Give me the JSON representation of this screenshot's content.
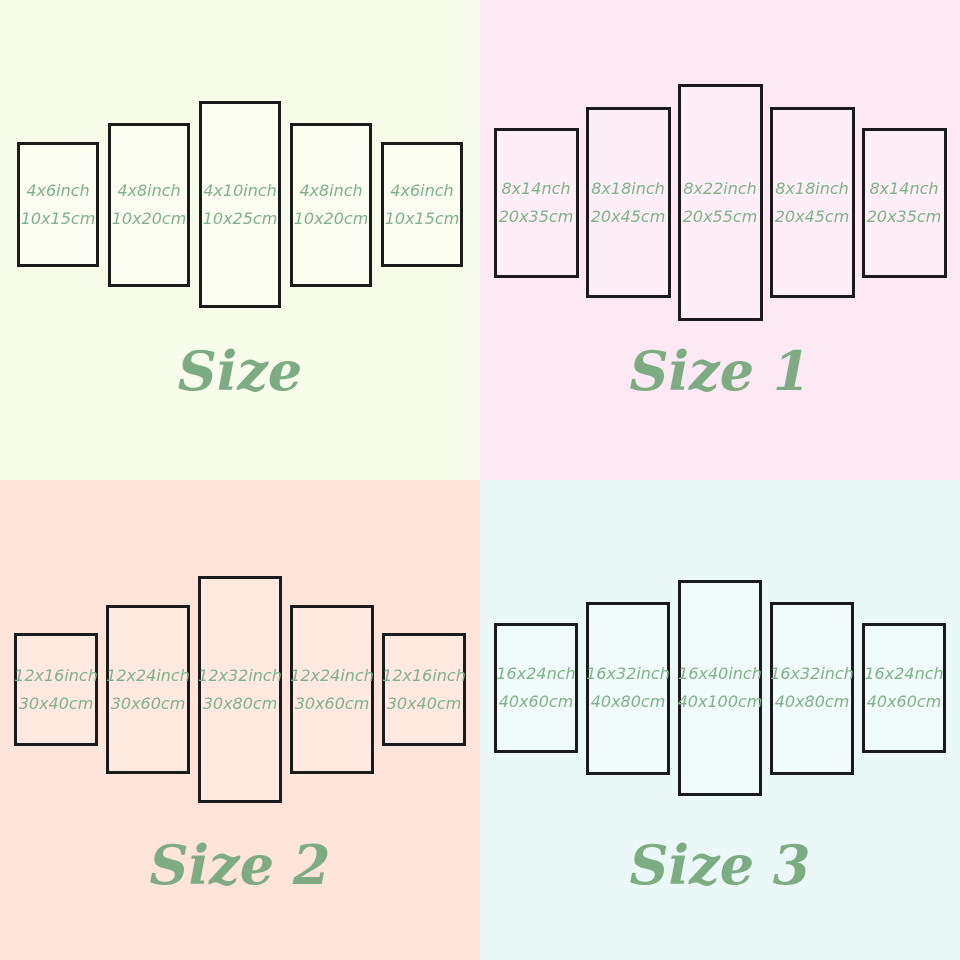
{
  "colors": {
    "panel_border": "#1b1b1b",
    "label_green": "#7fb288",
    "title_green": "#7dac83"
  },
  "quadrants": [
    {
      "title": "Size",
      "bg": "#f7fdea",
      "panel_fill": "#fafdf0",
      "panels": [
        {
          "inch": "4x6inch",
          "cm": "10x15cm"
        },
        {
          "inch": "4x8inch",
          "cm": "10x20cm"
        },
        {
          "inch": "4x10inch",
          "cm": "10x25cm"
        },
        {
          "inch": "4x8inch",
          "cm": "10x20cm"
        },
        {
          "inch": "4x6inch",
          "cm": "10x15cm"
        }
      ]
    },
    {
      "title": "Size 1",
      "bg": "#fce9f4",
      "panel_fill": "#fdeef7",
      "panels": [
        {
          "inch": "8x14nch",
          "cm": "20x35cm"
        },
        {
          "inch": "8x18inch",
          "cm": "20x45cm"
        },
        {
          "inch": "8x22inch",
          "cm": "20x55cm"
        },
        {
          "inch": "8x18inch",
          "cm": "20x45cm"
        },
        {
          "inch": "8x14nch",
          "cm": "20x35cm"
        }
      ]
    },
    {
      "title": "Size 2",
      "bg": "#ffe4d9",
      "panel_fill": "#ffe9e0",
      "panels": [
        {
          "inch": "12x16inch",
          "cm": "30x40cm"
        },
        {
          "inch": "12x24inch",
          "cm": "30x60cm"
        },
        {
          "inch": "12x32inch",
          "cm": "30x80cm"
        },
        {
          "inch": "12x24inch",
          "cm": "30x60cm"
        },
        {
          "inch": "12x16inch",
          "cm": "30x40cm"
        }
      ]
    },
    {
      "title": "Size 3",
      "bg": "#ebf8f8",
      "panel_fill": "#f0fbfb",
      "panels": [
        {
          "inch": "16x24nch",
          "cm": "40x60cm"
        },
        {
          "inch": "16x32inch",
          "cm": "40x80cm"
        },
        {
          "inch": "16x40inch",
          "cm": "40x100cm"
        },
        {
          "inch": "16x32inch",
          "cm": "40x80cm"
        },
        {
          "inch": "16x24nch",
          "cm": "40x60cm"
        }
      ]
    }
  ]
}
